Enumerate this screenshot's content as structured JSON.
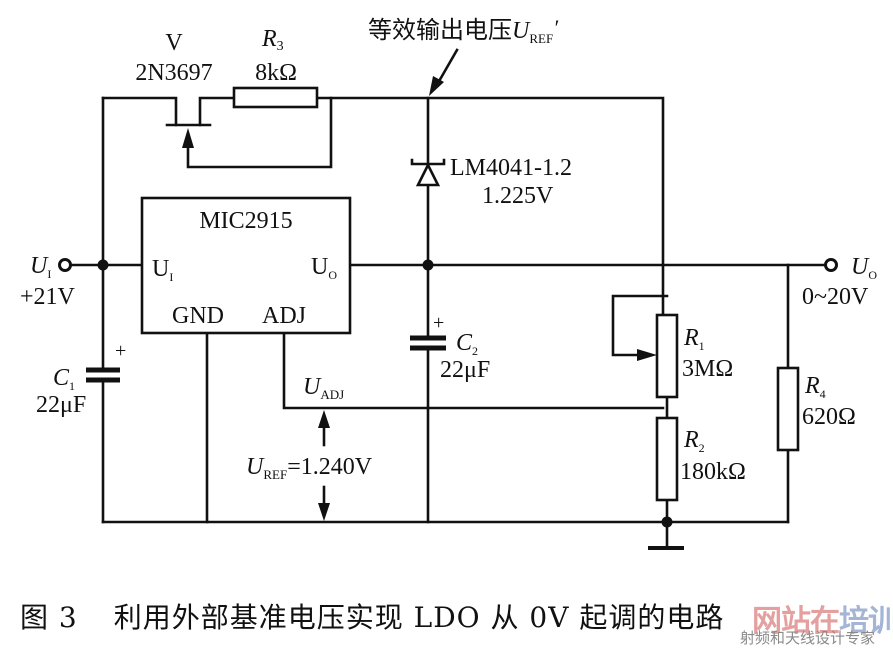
{
  "figure": {
    "caption_number": "图 3",
    "caption_text": "利用外部基准电压实现 LDO 从 0V 起调的电路"
  },
  "annotations": {
    "equiv_output_label": "等效输出电压",
    "equiv_output_symbol": "U",
    "equiv_output_sub": "REF",
    "equiv_output_prime": "′",
    "uadj_symbol": "U",
    "uadj_sub": "ADJ",
    "uref_symbol": "U",
    "uref_sub": "REF",
    "uref_value": "=1.240V"
  },
  "components": {
    "transistor": {
      "designator": "V",
      "part": "2N3697"
    },
    "r3": {
      "designator": "R",
      "sub": "3",
      "value": "8kΩ"
    },
    "zener": {
      "part": "LM4041-1.2",
      "value": "1.225V"
    },
    "ic": {
      "part": "MIC2915",
      "pins": {
        "in": "U",
        "in_sub": "I",
        "out": "U",
        "out_sub": "O",
        "gnd": "GND",
        "adj": "ADJ"
      }
    },
    "c1": {
      "designator": "C",
      "sub": "1",
      "value": "22μF",
      "polarity": "+"
    },
    "c2": {
      "designator": "C",
      "sub": "2",
      "value": "22μF",
      "polarity": "+"
    },
    "r1": {
      "designator": "R",
      "sub": "1",
      "value": "3MΩ"
    },
    "r2": {
      "designator": "R",
      "sub": "2",
      "value": "180kΩ"
    },
    "r4": {
      "designator": "R",
      "sub": "4",
      "value": "620Ω"
    }
  },
  "terminals": {
    "input": {
      "symbol": "U",
      "sub": "I",
      "value": "+21V"
    },
    "output": {
      "symbol": "U",
      "sub": "O",
      "value": "0~20V"
    }
  },
  "watermark": {
    "main_red": "网站",
    "main_red2": "在",
    "main_blue": "培训",
    "sub": "射频和天线设计专家"
  }
}
